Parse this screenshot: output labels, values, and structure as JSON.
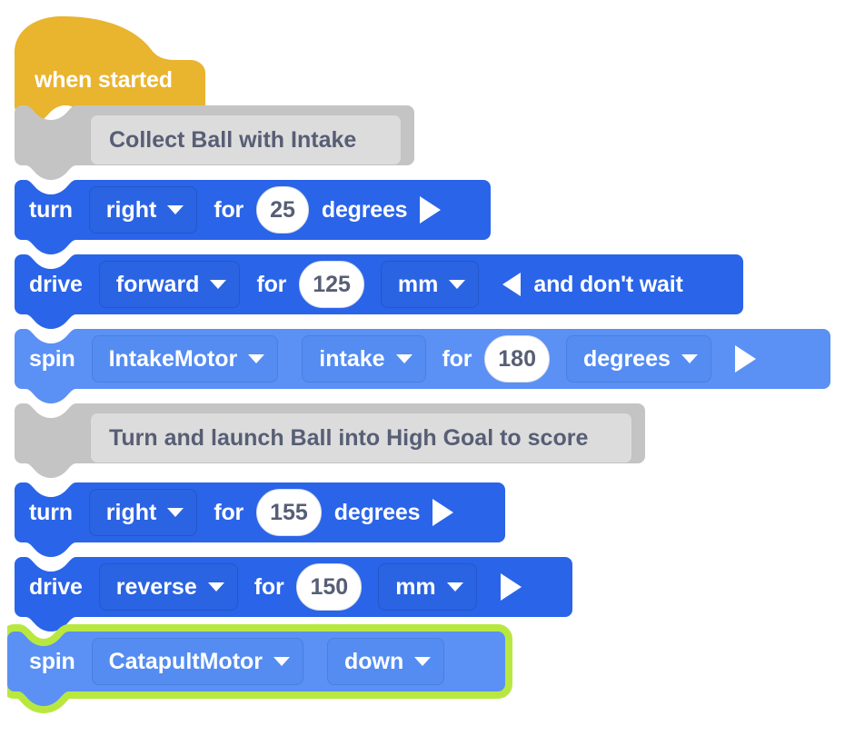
{
  "app": {
    "name": "VEXcode Blocks Workspace",
    "colors": {
      "event_yellow": "#e9b42e",
      "drivetrain_blue": "#2a64e8",
      "motor_blue": "#5b90f5",
      "comment_grey": "#c4c4c4",
      "comment_field_grey": "#dcdcdc",
      "comment_text": "#575e75",
      "glow_green": "#b8e840",
      "field_white": "#ffffff"
    }
  },
  "program": {
    "blocks": [
      {
        "id": "when-started",
        "type": "event-hat",
        "label": "when started",
        "category": "events"
      },
      {
        "id": "comment-1",
        "type": "comment",
        "text": "Collect Ball with Intake",
        "category": "comment"
      },
      {
        "id": "turn-1",
        "type": "drivetrain-turn",
        "category": "drivetrain",
        "verb": "turn",
        "direction": "right",
        "for_label": "for",
        "value": "25",
        "unit": "degrees",
        "run_icon": "play-triangle-right-icon"
      },
      {
        "id": "drive-1",
        "type": "drivetrain-drive",
        "category": "drivetrain",
        "verb": "drive",
        "direction": "forward",
        "for_label": "for",
        "value": "125",
        "unit": "mm",
        "wait_icon": "collapse-triangle-left-icon",
        "wait_label": "and don't wait"
      },
      {
        "id": "spin-1",
        "type": "motor-spin",
        "category": "motor",
        "verb": "spin",
        "motor": "IntakeMotor",
        "direction": "intake",
        "for_label": "for",
        "value": "180",
        "unit": "degrees",
        "run_icon": "play-triangle-right-icon"
      },
      {
        "id": "comment-2",
        "type": "comment",
        "text": "Turn and launch Ball into High Goal to score",
        "category": "comment"
      },
      {
        "id": "turn-2",
        "type": "drivetrain-turn",
        "category": "drivetrain",
        "verb": "turn",
        "direction": "right",
        "for_label": "for",
        "value": "155",
        "unit": "degrees",
        "run_icon": "play-triangle-right-icon"
      },
      {
        "id": "drive-2",
        "type": "drivetrain-drive",
        "category": "drivetrain",
        "verb": "drive",
        "direction": "reverse",
        "for_label": "for",
        "value": "150",
        "unit": "mm",
        "run_icon": "play-triangle-right-icon"
      },
      {
        "id": "spin-2",
        "type": "motor-spin-simple",
        "category": "motor",
        "verb": "spin",
        "motor": "CatapultMotor",
        "direction": "down",
        "selected": true,
        "highlight": "glow-green"
      }
    ]
  }
}
